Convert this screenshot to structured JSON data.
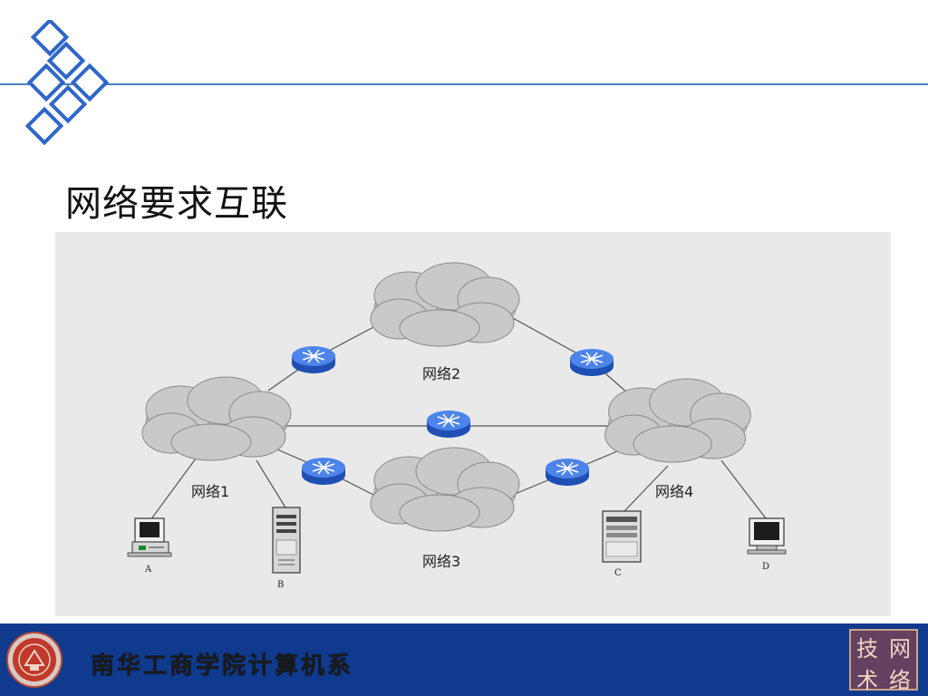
{
  "slide": {
    "title": "网络要求互联"
  },
  "diagram": {
    "networks": [
      {
        "id": "net1",
        "label": "网络1"
      },
      {
        "id": "net2",
        "label": "网络2"
      },
      {
        "id": "net3",
        "label": "网络3"
      },
      {
        "id": "net4",
        "label": "网络4"
      }
    ],
    "routers": [
      {
        "id": "r12",
        "connects": [
          "net1",
          "net2"
        ]
      },
      {
        "id": "r24",
        "connects": [
          "net2",
          "net4"
        ]
      },
      {
        "id": "r14",
        "connects": [
          "net1",
          "net4"
        ]
      },
      {
        "id": "r13",
        "connects": [
          "net1",
          "net3"
        ]
      },
      {
        "id": "r34",
        "connects": [
          "net3",
          "net4"
        ]
      }
    ],
    "hosts": [
      {
        "id": "A",
        "label": "A",
        "kind": "desktop",
        "network": "net1"
      },
      {
        "id": "B",
        "label": "B",
        "kind": "server",
        "network": "net1"
      },
      {
        "id": "C",
        "label": "C",
        "kind": "server",
        "network": "net4"
      },
      {
        "id": "D",
        "label": "D",
        "kind": "desktop",
        "network": "net4"
      }
    ],
    "colors": {
      "cloud": "#c9c9c9",
      "router": "#3a6fd8",
      "link": "#555555",
      "panel": "#e9e9e9"
    }
  },
  "footer": {
    "institution": "南华工商学院计算机系",
    "stamp_chars": [
      "技",
      "网",
      "术",
      "络"
    ],
    "seal_icon": "university-seal-icon"
  },
  "theme": {
    "accent_line": "#4a7fc0",
    "footer_bg": "#103a8e"
  }
}
